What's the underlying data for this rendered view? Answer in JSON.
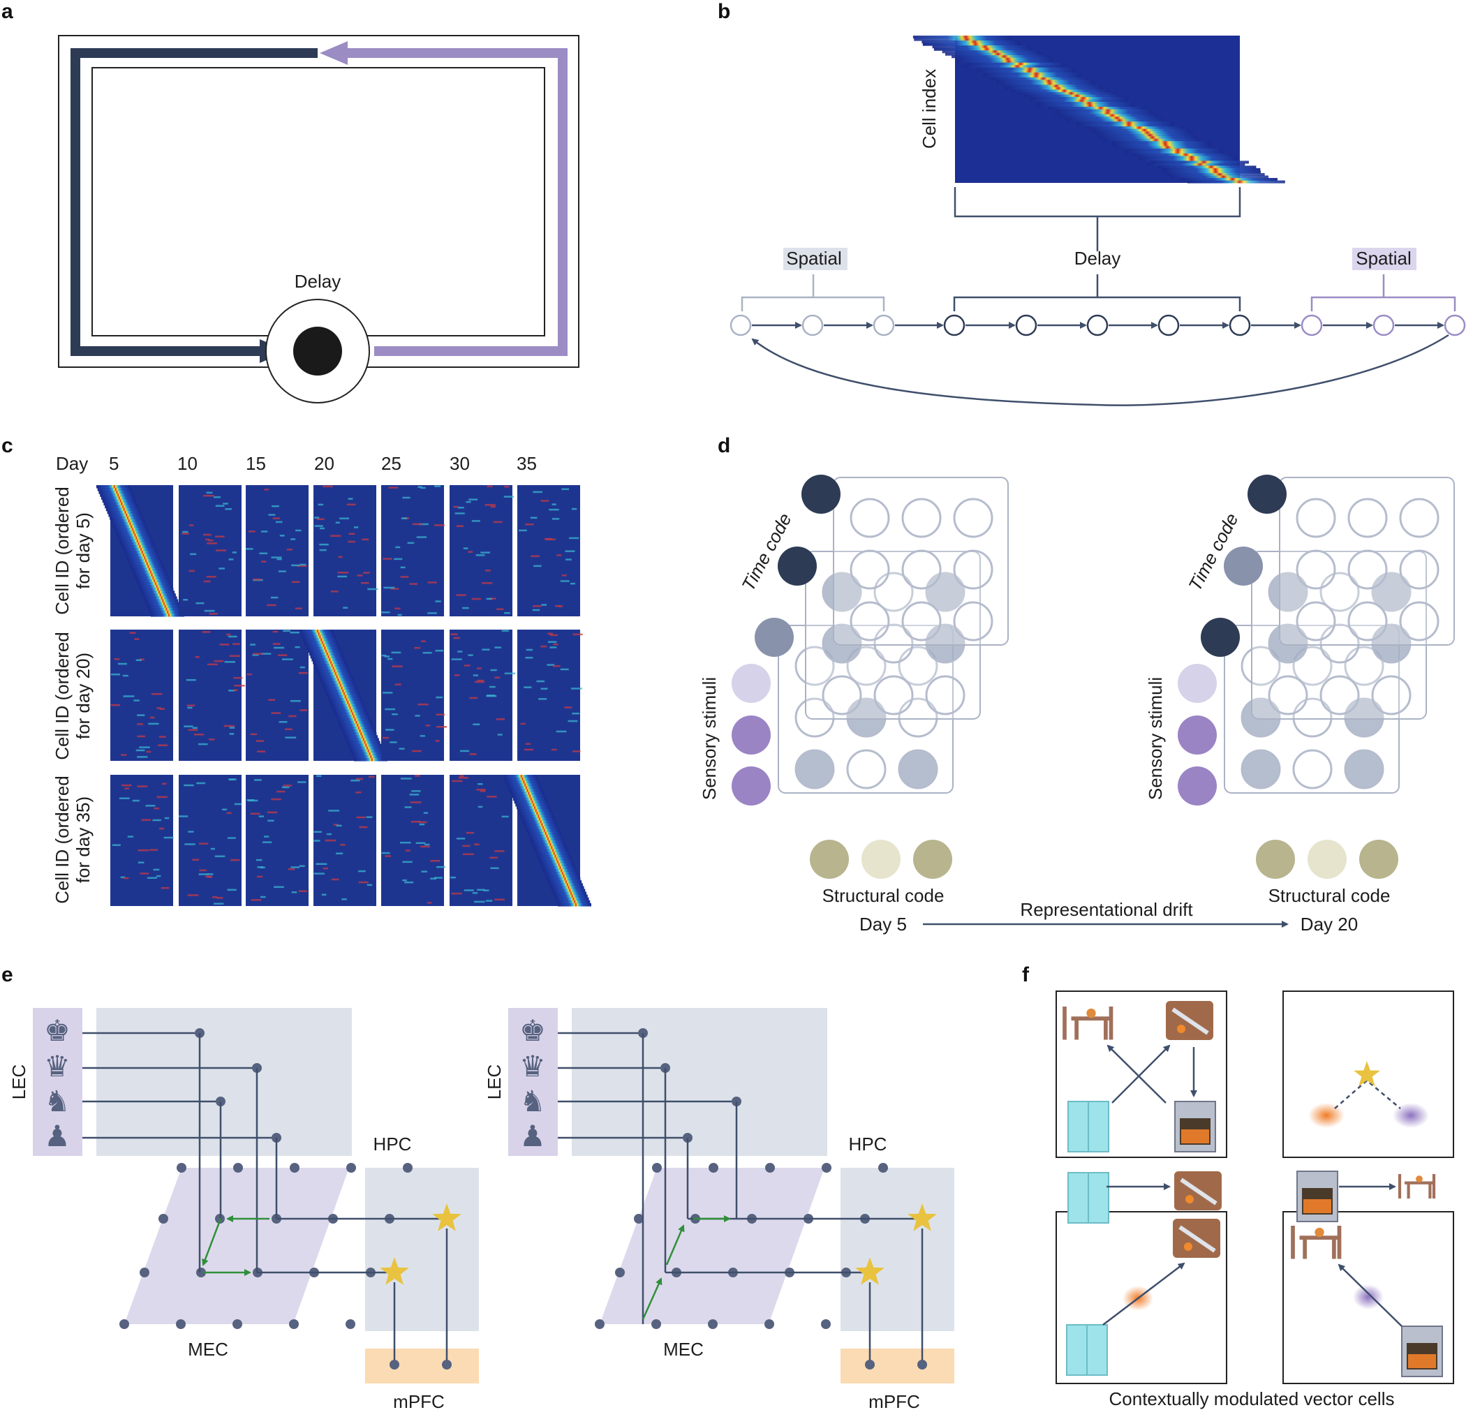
{
  "panels": {
    "a": {
      "letter": "a",
      "delay_label": "Delay"
    },
    "b": {
      "letter": "b",
      "cell_index_label": "Cell index",
      "spatial_left": "Spatial",
      "delay": "Delay",
      "spatial_right": "Spatial"
    },
    "c": {
      "letter": "c",
      "day_label": "Day",
      "days": [
        "5",
        "10",
        "15",
        "20",
        "25",
        "30",
        "35"
      ],
      "row_labels": [
        [
          "Cell ID (ordered",
          "for day 5)"
        ],
        [
          "Cell ID (ordered",
          "for day 20)"
        ],
        [
          "Cell ID (ordered",
          "for day 35)"
        ]
      ]
    },
    "d": {
      "letter": "d",
      "time_code": "Time code",
      "sensory_stimuli": "Sensory stimuli",
      "structural_code": "Structural code",
      "day_left": "Day 5",
      "day_right": "Day 20",
      "drift": "Representational drift"
    },
    "e": {
      "letter": "e",
      "lec": "LEC",
      "hpc": "HPC",
      "mec": "MEC",
      "mpfc": "mPFC",
      "chess_pieces": [
        "king",
        "queen",
        "knight",
        "pawn"
      ]
    },
    "f": {
      "letter": "f",
      "caption": "Contextually modulated vector cells"
    }
  },
  "colors": {
    "navy": "#2e3b55",
    "lavender": "#9b8cc4",
    "node": "#56627f",
    "lec_box": "#d9d3e9",
    "hpc_box": "#dde2ea",
    "mec_box": "#ddd9ec",
    "mpfc_box": "#fbdbb3",
    "green_arrow": "#2f8f3a",
    "star": "#e9c23f"
  }
}
